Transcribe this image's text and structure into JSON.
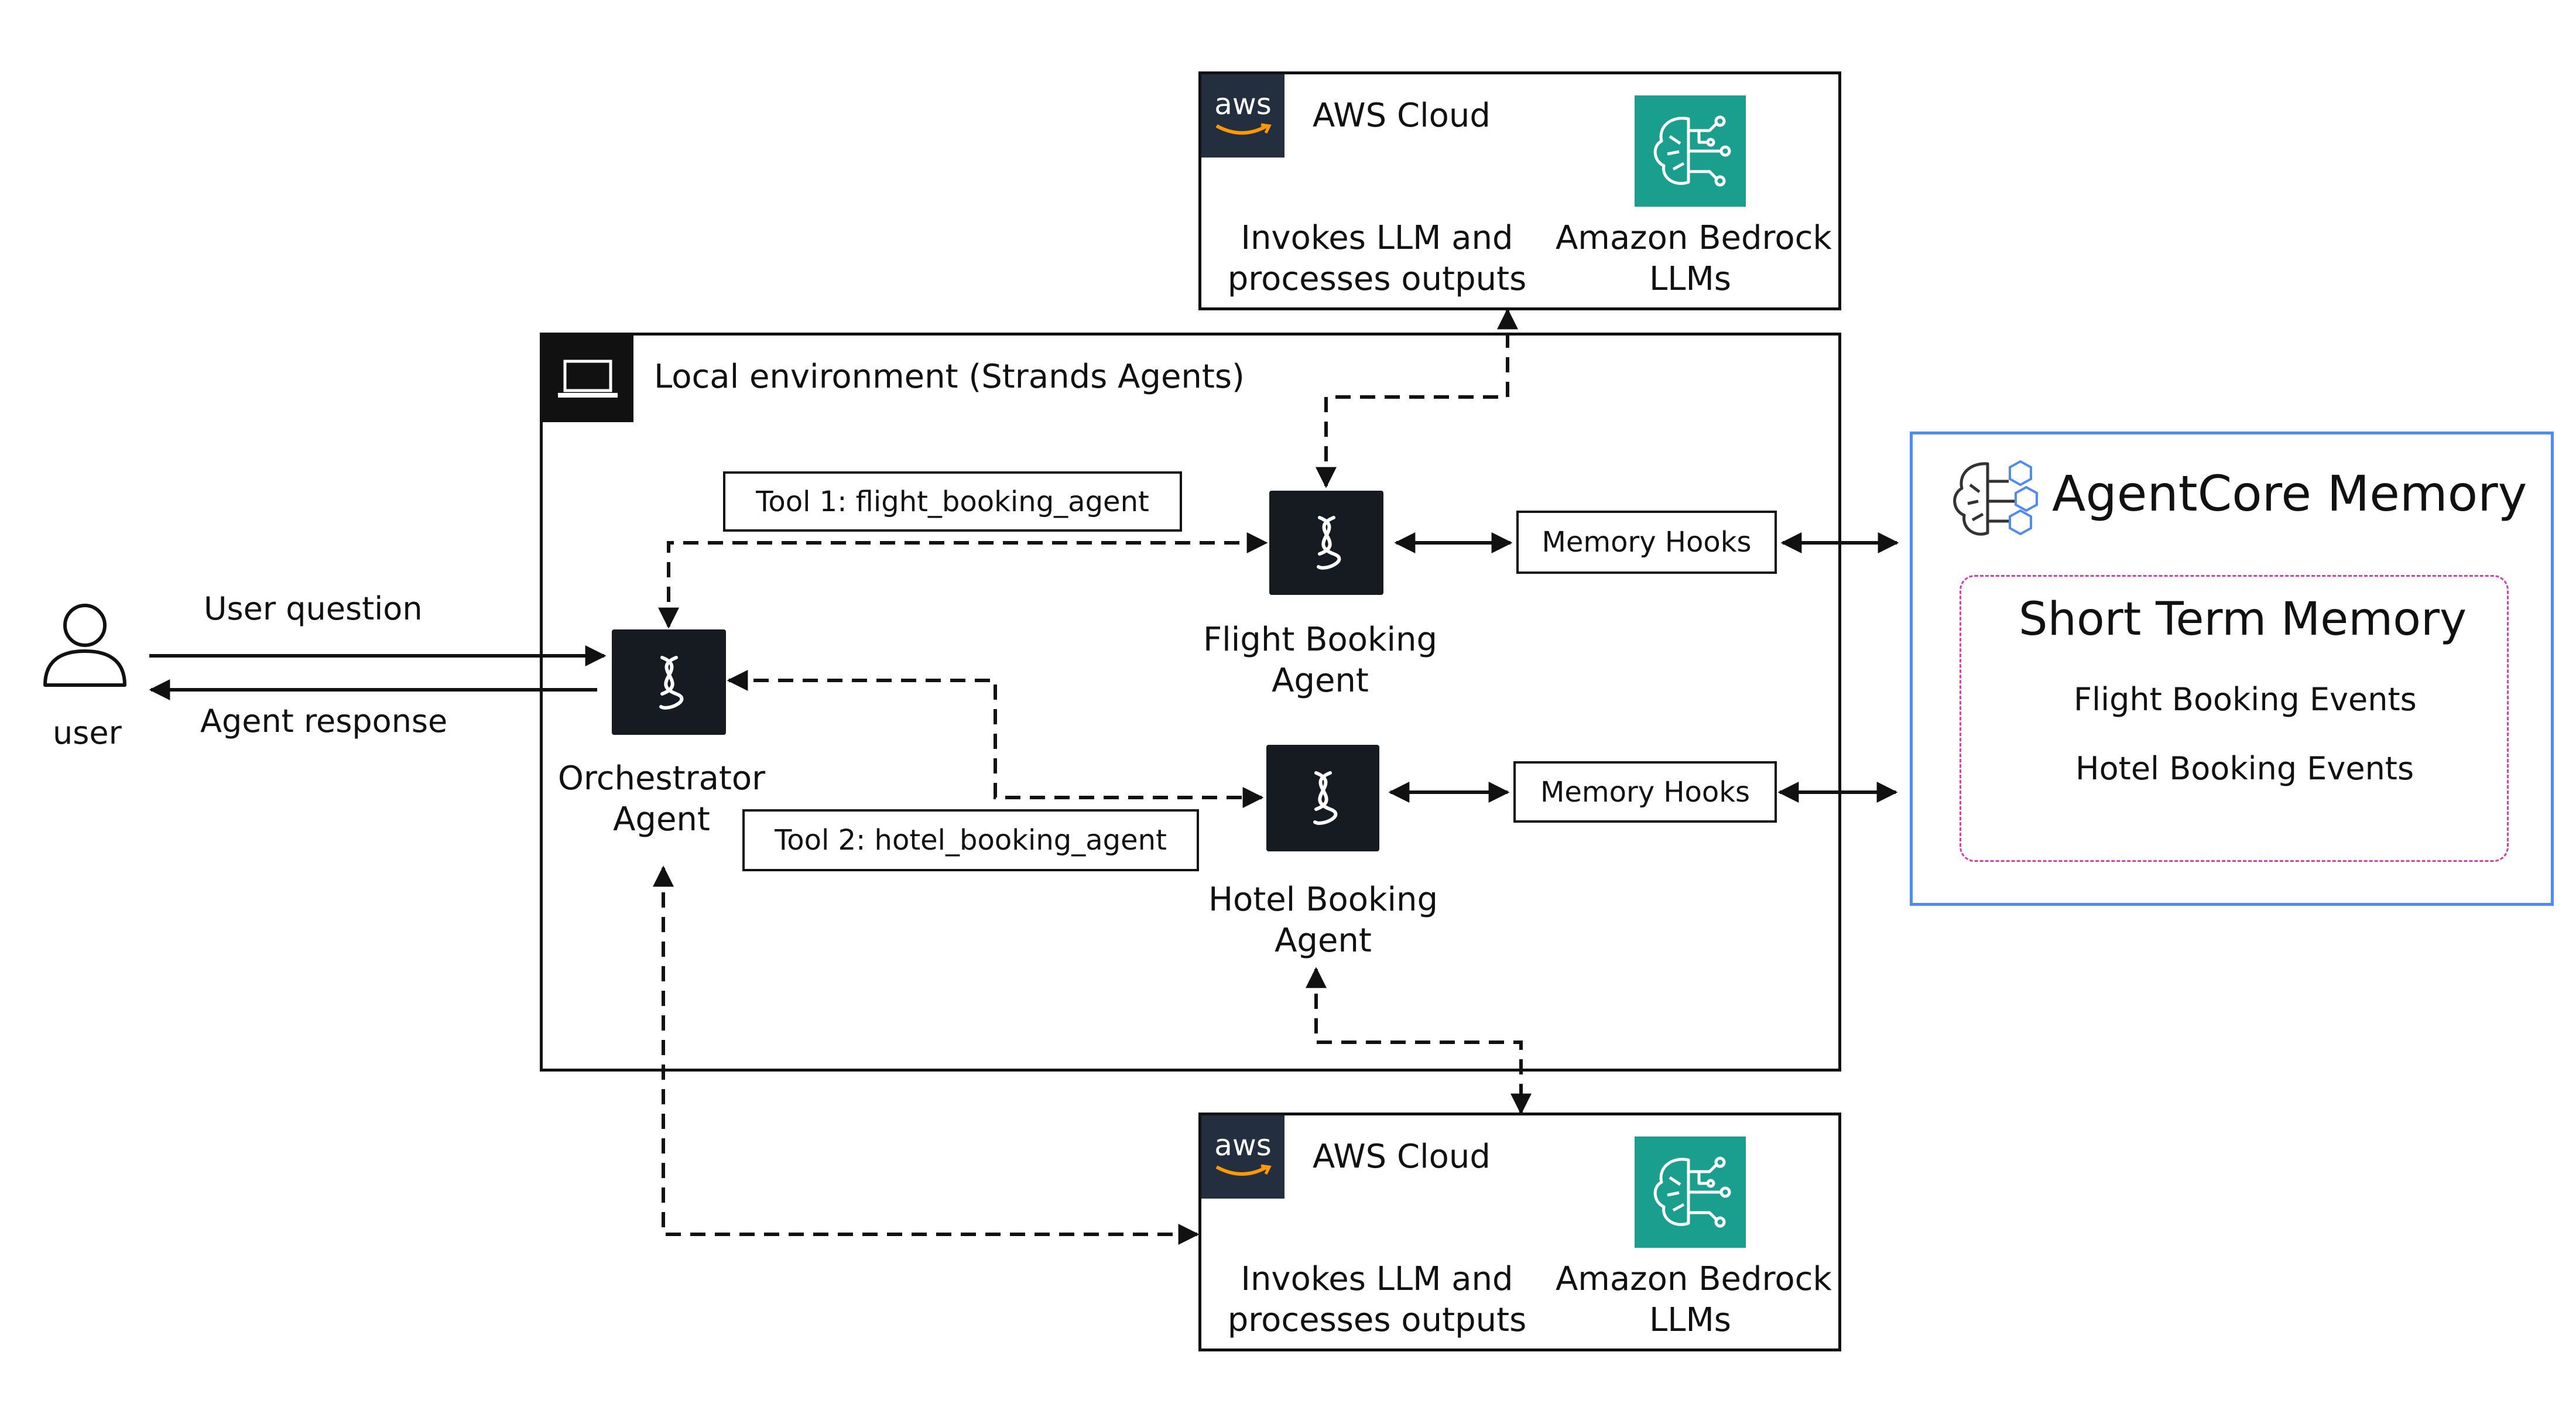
{
  "aws_top": {
    "logo": "aws",
    "title": "AWS Cloud",
    "invoke_line1": "Invokes LLM and",
    "invoke_line2": "processes outputs",
    "bedrock_line1": "Amazon Bedrock",
    "bedrock_line2": "LLMs",
    "bedrock_icon": "brain-circuit-icon"
  },
  "aws_bottom": {
    "logo": "aws",
    "title": "AWS Cloud",
    "invoke_line1": "Invokes LLM and",
    "invoke_line2": "processes outputs",
    "bedrock_line1": "Amazon Bedrock",
    "bedrock_line2": "LLMs",
    "bedrock_icon": "brain-circuit-icon"
  },
  "local": {
    "title": "Local environment (Strands Agents)",
    "icon": "laptop-icon"
  },
  "tools": {
    "tool1": "Tool 1: flight_booking_agent",
    "tool2": "Tool 2: hotel_booking_agent"
  },
  "agents": {
    "orchestrator_line1": "Orchestrator",
    "orchestrator_line2": "Agent",
    "flight_line1": "Flight Booking",
    "flight_line2": "Agent",
    "hotel_line1": "Hotel Booking",
    "hotel_line2": "Agent",
    "icon": "strands-helix-icon"
  },
  "hooks": {
    "flight": "Memory Hooks",
    "hotel": "Memory Hooks"
  },
  "user": {
    "label": "user",
    "question": "User question",
    "response": "Agent response",
    "icon": "user-icon"
  },
  "memory": {
    "title": "AgentCore Memory",
    "stm_title": "Short Term Memory",
    "event1": "Flight Booking Events",
    "event2": "Hotel Booking Events",
    "icon": "agentcore-memory-icon"
  },
  "colors": {
    "aws_dark": "#232f3e",
    "bedrock_teal": "#1a9f8f",
    "memory_blue": "#4f8bf2",
    "stm_magenta": "#d63fb2",
    "agent_dark": "#151b20"
  }
}
